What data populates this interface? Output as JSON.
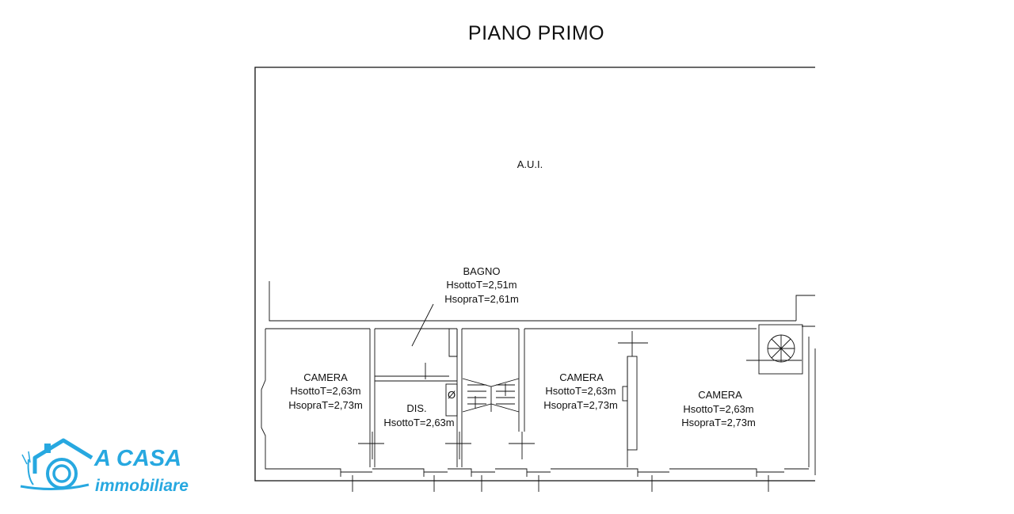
{
  "title": "PIANO PRIMO",
  "rooms": {
    "aui": {
      "name": "A.U.I."
    },
    "bagno": {
      "name": "BAGNO",
      "h_sotto": "HsottoT=2,51m",
      "h_sopra": "HsopraT=2,61m"
    },
    "camera_1": {
      "name": "CAMERA",
      "h_sotto": "HsottoT=2,63m",
      "h_sopra": "HsopraT=2,73m"
    },
    "dis": {
      "name": "DIS.",
      "h_sotto": "HsottoT=2,63m"
    },
    "camera_2": {
      "name": "CAMERA",
      "h_sotto": "HsottoT=2,63m",
      "h_sopra": "HsopraT=2,73m"
    },
    "camera_3": {
      "name": "CAMERA",
      "h_sotto": "HsottoT=2,63m",
      "h_sopra": "HsopraT=2,73m"
    }
  },
  "symbols": {
    "flue": "Ø"
  },
  "logo": {
    "line1": "A CASA",
    "line2": "immobiliare",
    "color": "#27a8e0"
  }
}
